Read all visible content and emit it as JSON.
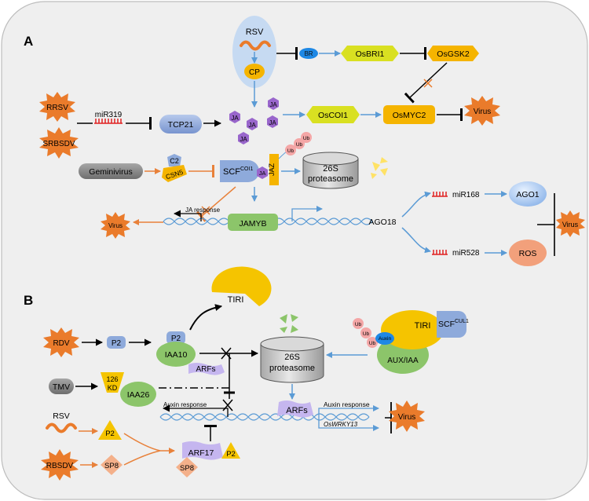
{
  "panel_a": {
    "label": "A",
    "rsv": "RSV",
    "cp": "CP",
    "br": "BR",
    "osbri1": "OsBRI1",
    "osgsk2": "OsGSK2",
    "rrsv": "RRSV",
    "srbsdv": "SRBSDV",
    "mir319": "miR319",
    "tcp21": "TCP21",
    "ja": "JA",
    "oscoi1": "OsCOI1",
    "osmyc2": "OsMYC2",
    "virus": "Virus",
    "geminivirus": "Geminivirus",
    "c2": "C2",
    "csn5": "CSN5",
    "scf": "SCF",
    "scf_sup": "COI1",
    "jaz": "JAZ",
    "ub": "Ub",
    "proteasome_26s": "26S",
    "proteasome": "proteasome",
    "ja_response": "JA response",
    "jamyb": "JAMYB",
    "ago18": "AGO18",
    "mir168": "miR168",
    "mir528": "miR528",
    "ago1": "AGO1",
    "ros": "ROS"
  },
  "panel_b": {
    "label": "B",
    "rdv": "RDV",
    "p2": "P2",
    "iaa10": "IAA10",
    "arfs": "ARFs",
    "tiri": "TIRI",
    "tmv": "TMV",
    "kd126_top": "126",
    "kd126_bottom": "KD",
    "iaa26": "IAA26",
    "rsv": "RSV",
    "rbsdv": "RBSDV",
    "sp8": "SP8",
    "arf17": "ARF17",
    "auxin_response": "Auxin response",
    "oswrky13": "OsWRKY13",
    "proteasome_26s": "26S",
    "proteasome": "proteasome",
    "ub": "Ub",
    "auxin": "Auxin",
    "aux_iaa": "AUX/IAA",
    "scf": "SCF",
    "scf_sup": "CUL1",
    "virus": "Virus"
  },
  "colors": {
    "panel_bg": "#efefef",
    "arrow_blue": "#5b9bd5",
    "arrow_orange": "#e8813a",
    "star_orange": "#ea7b2b",
    "node_blue": "#8eaadb",
    "ja_purple": "#9966cc",
    "yellow_green": "#d9e021",
    "gold": "#f5b400",
    "green": "#8cc56a",
    "lavender": "#c5b6ef",
    "pink": "#f4a6a6",
    "grey": "#8c8c8c",
    "red_rna": "#e02020"
  }
}
